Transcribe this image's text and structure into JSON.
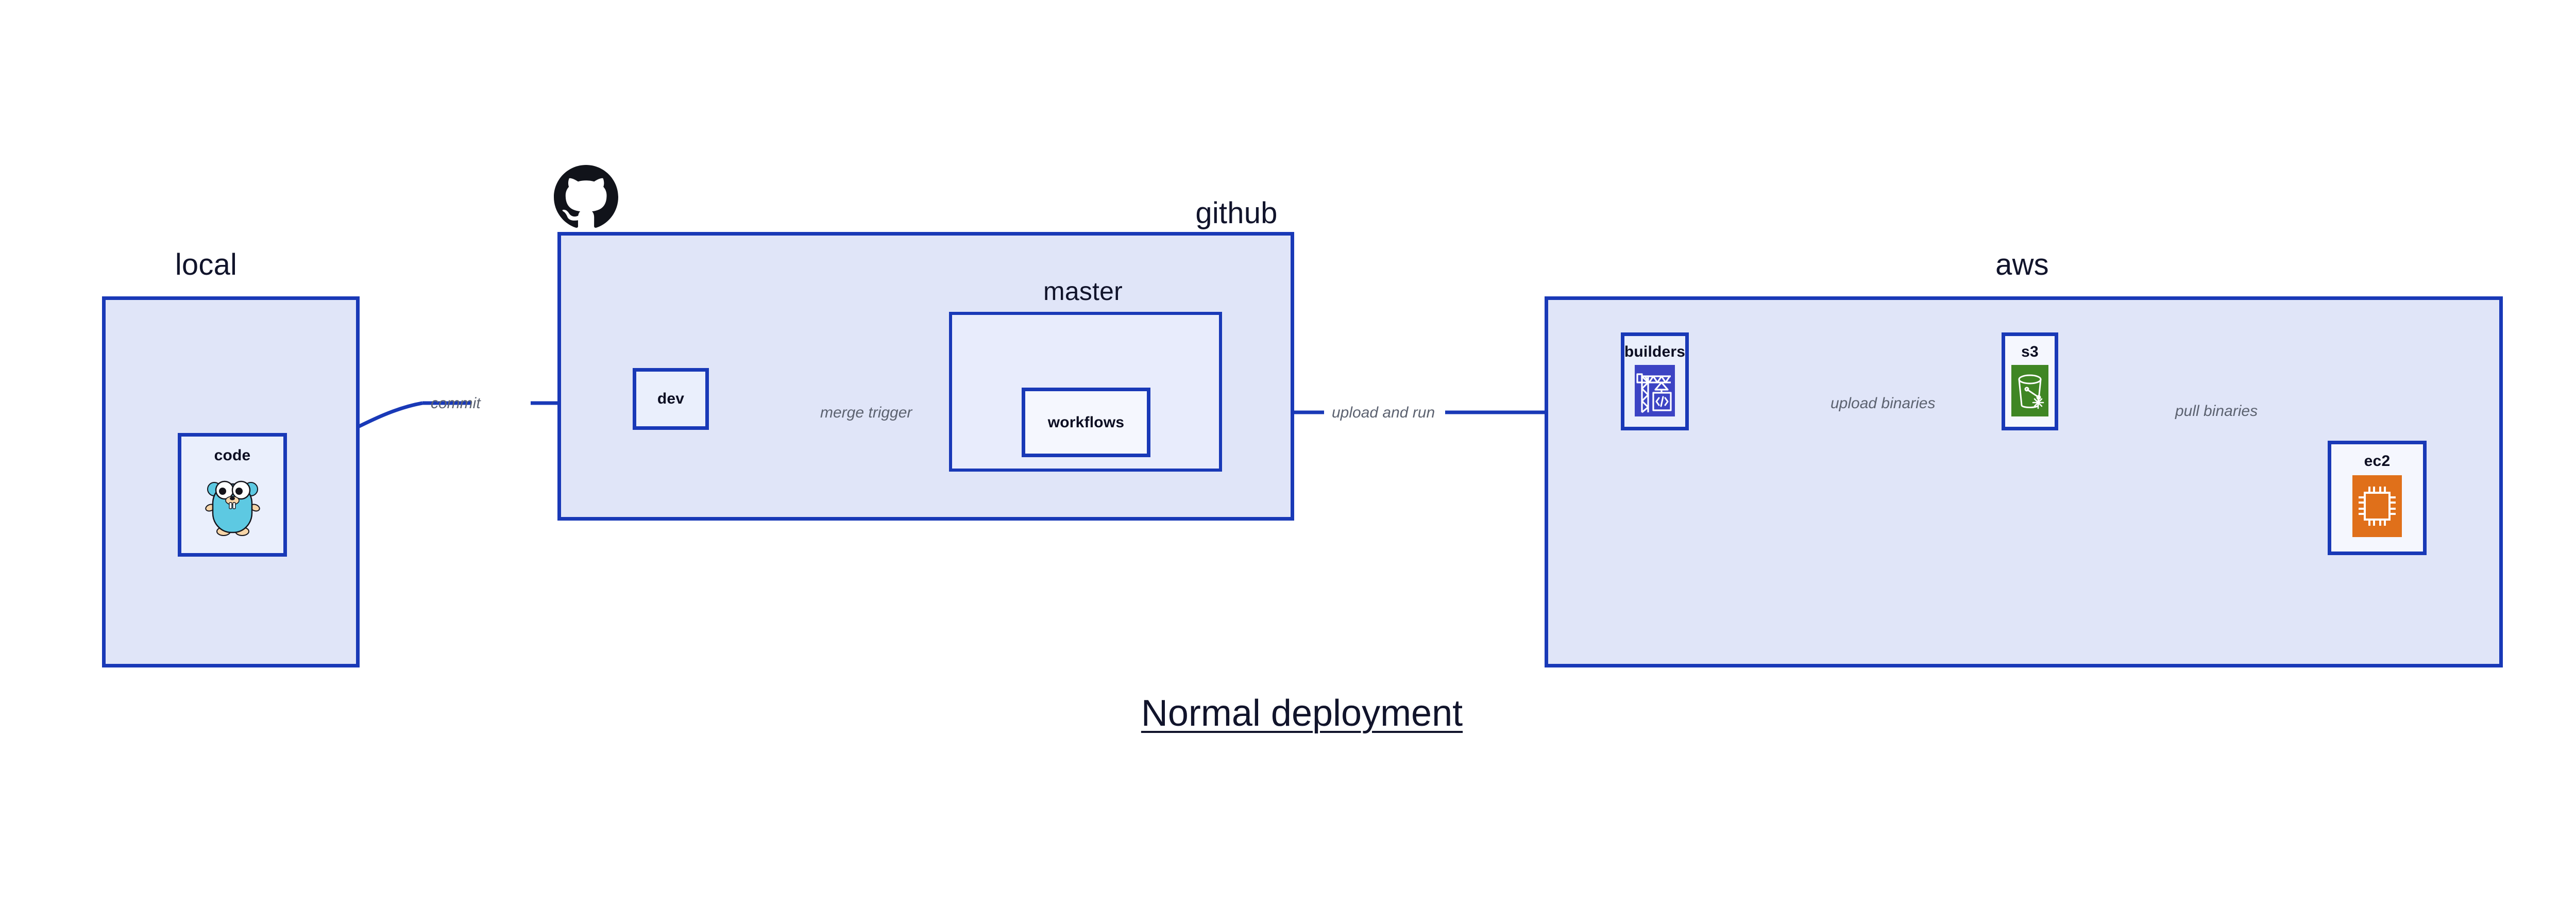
{
  "diagram": {
    "title": "Normal deployment",
    "accent_border": "#1939B7",
    "cluster_fill": "#E0E5F8",
    "subcluster_fill": "#E8ECFC",
    "node_fill": "#EAEFFC",
    "node_fill_light": "#F5F7FE",
    "label_color": "#11142B",
    "edge_label_color": "#5C6270"
  },
  "clusters": {
    "local": {
      "label": "local"
    },
    "github": {
      "label": "github",
      "logo": "github-octocat-logo"
    },
    "master": {
      "label": "master"
    },
    "aws": {
      "label": "aws"
    }
  },
  "nodes": {
    "code": {
      "label": "code",
      "icon": "go-gopher-icon",
      "icon_color": "#5DC9E2"
    },
    "dev": {
      "label": "dev",
      "icon": "none"
    },
    "workflows": {
      "label": "workflows",
      "icon": "none"
    },
    "builders": {
      "label": "builders",
      "icon": "aws-codebuild-crane-icon",
      "icon_color": "#3C44C4"
    },
    "s3": {
      "label": "s3",
      "icon": "aws-s3-bucket-icon",
      "icon_color": "#3F8624"
    },
    "ec2": {
      "label": "ec2",
      "icon": "aws-ec2-chip-icon",
      "icon_color": "#E0701A"
    }
  },
  "edges": [
    {
      "id": "commit",
      "label": "commit",
      "from": "code",
      "to": "dev"
    },
    {
      "id": "merge-trigger",
      "label": "merge trigger",
      "from": "dev",
      "to": "workflows"
    },
    {
      "id": "upload-and-run",
      "label": "upload and run",
      "from": "workflows",
      "to": "builders"
    },
    {
      "id": "upload-binaries",
      "label": "upload binaries",
      "from": "builders",
      "to": "s3"
    },
    {
      "id": "pull-binaries",
      "label": "pull binaries",
      "from": "s3",
      "to": "ec2"
    }
  ]
}
